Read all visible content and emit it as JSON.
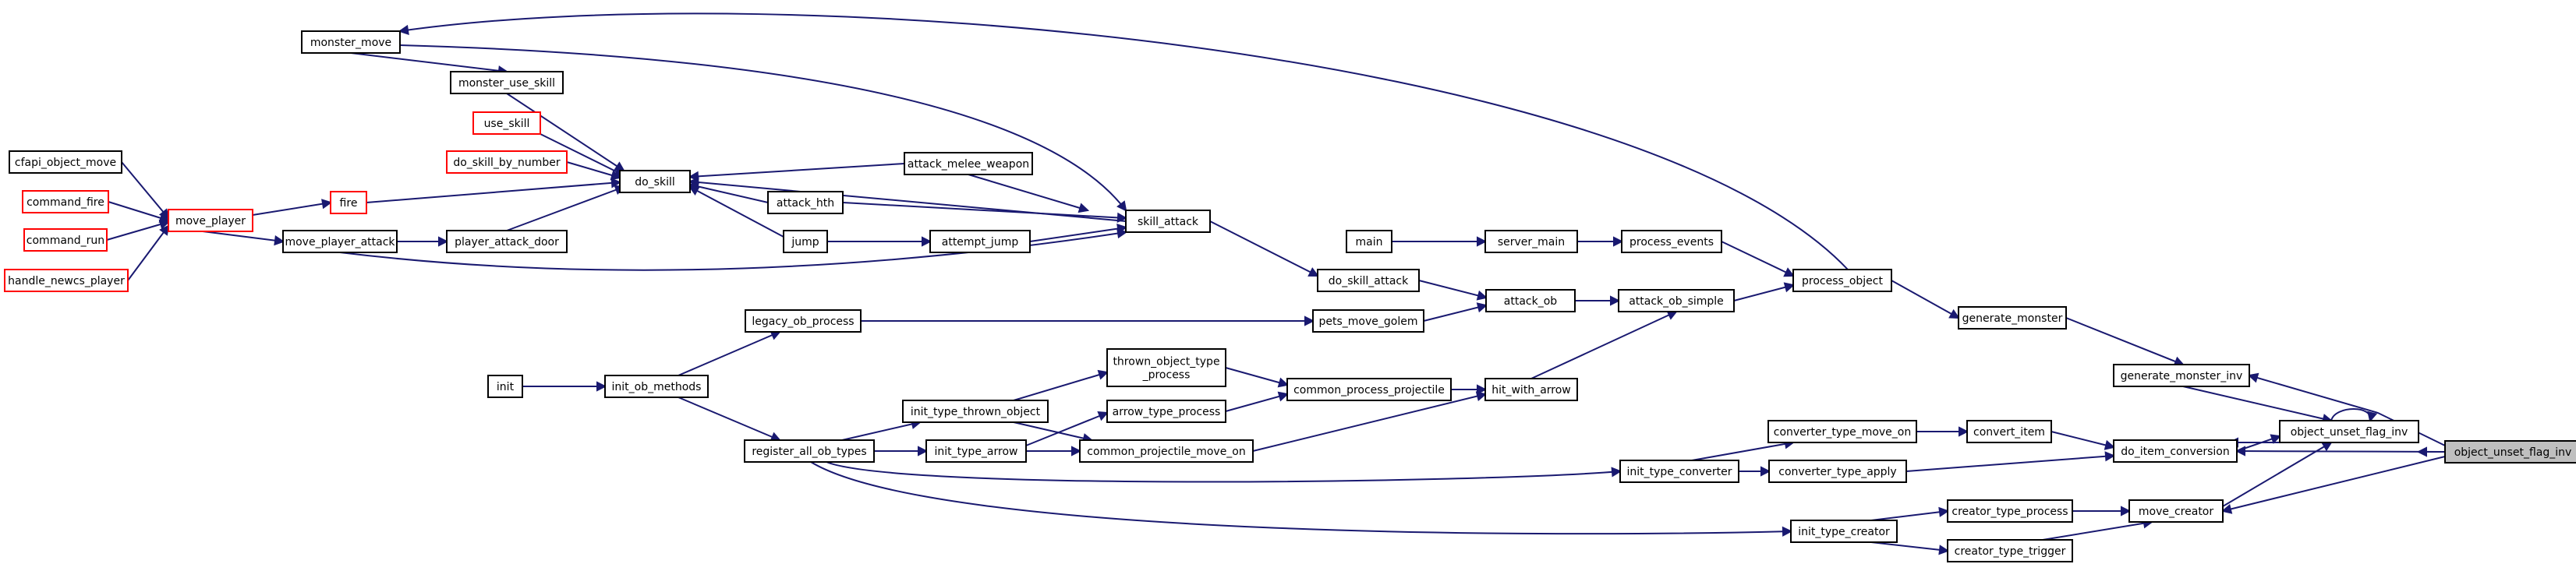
{
  "colors": {
    "edge": "#191970",
    "node_border": "#000000",
    "node_border_truncated": "#ff0000",
    "highlight_fill": "#bfbfbf"
  },
  "nodes": {
    "monster_move": {
      "label": "monster_move"
    },
    "monster_use_skill": {
      "label": "monster_use_skill"
    },
    "use_skill": {
      "label": "use_skill"
    },
    "do_skill_by_number": {
      "label": "do_skill_by_number"
    },
    "do_skill": {
      "label": "do_skill"
    },
    "cfapi_object_move": {
      "label": "cfapi_object_move"
    },
    "command_fire": {
      "label": "command_fire"
    },
    "command_run": {
      "label": "command_run"
    },
    "handle_newcs_player": {
      "label": "handle_newcs_player"
    },
    "move_player": {
      "label": "move_player"
    },
    "fire": {
      "label": "fire"
    },
    "move_player_attack": {
      "label": "move_player_attack"
    },
    "player_attack_door": {
      "label": "player_attack_door"
    },
    "attack_melee_weapon": {
      "label": "attack_melee_weapon"
    },
    "attack_hth": {
      "label": "attack_hth"
    },
    "jump": {
      "label": "jump"
    },
    "attempt_jump": {
      "label": "attempt_jump"
    },
    "skill_attack": {
      "label": "skill_attack"
    },
    "main": {
      "label": "main"
    },
    "server_main": {
      "label": "server_main"
    },
    "process_events": {
      "label": "process_events"
    },
    "process_object": {
      "label": "process_object"
    },
    "do_skill_attack": {
      "label": "do_skill_attack"
    },
    "attack_ob": {
      "label": "attack_ob"
    },
    "attack_ob_simple": {
      "label": "attack_ob_simple"
    },
    "legacy_ob_process": {
      "label": "legacy_ob_process"
    },
    "pets_move_golem": {
      "label": "pets_move_golem"
    },
    "generate_monster": {
      "label": "generate_monster"
    },
    "init": {
      "label": "init"
    },
    "init_ob_methods": {
      "label": "init_ob_methods"
    },
    "thrown_object_type_process": {
      "label": [
        "thrown_object_type",
        "_process"
      ]
    },
    "common_process_projectile": {
      "label": "common_process_projectile"
    },
    "hit_with_arrow": {
      "label": "hit_with_arrow"
    },
    "generate_monster_inv": {
      "label": "generate_monster_inv"
    },
    "init_type_thrown_object": {
      "label": "init_type_thrown_object"
    },
    "arrow_type_process": {
      "label": "arrow_type_process"
    },
    "object_unset_flag_inv": {
      "label": "object_unset_flag_inv"
    },
    "object_unset_flag_inv_target": {
      "label": "object_unset_flag_inv"
    },
    "register_all_ob_types": {
      "label": "register_all_ob_types"
    },
    "init_type_arrow": {
      "label": "init_type_arrow"
    },
    "common_projectile_move_on": {
      "label": "common_projectile_move_on"
    },
    "converter_type_move_on": {
      "label": "converter_type_move_on"
    },
    "convert_item": {
      "label": "convert_item"
    },
    "do_item_conversion": {
      "label": "do_item_conversion"
    },
    "init_type_converter": {
      "label": "init_type_converter"
    },
    "converter_type_apply": {
      "label": "converter_type_apply"
    },
    "creator_type_process": {
      "label": "creator_type_process"
    },
    "move_creator": {
      "label": "move_creator"
    },
    "init_type_creator": {
      "label": "init_type_creator"
    },
    "creator_type_trigger": {
      "label": "creator_type_trigger"
    }
  }
}
